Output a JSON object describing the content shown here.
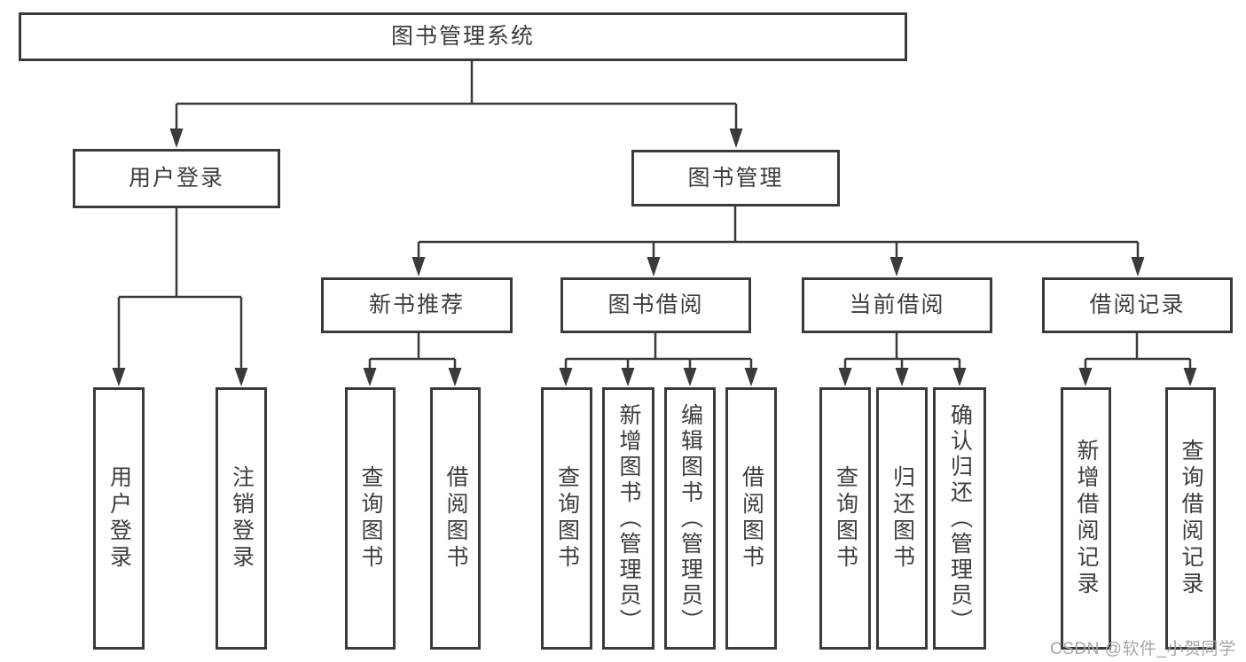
{
  "diagram": {
    "type": "hierarchy-tree",
    "root": {
      "label": "图书管理系统"
    },
    "level2": [
      {
        "id": "user-login",
        "label": "用户登录",
        "parent": "图书管理系统"
      },
      {
        "id": "book-management",
        "label": "图书管理",
        "parent": "图书管理系统"
      }
    ],
    "level3": [
      {
        "id": "new-book-recommend",
        "label": "新书推荐",
        "parent": "图书管理"
      },
      {
        "id": "book-borrow",
        "label": "图书借阅",
        "parent": "图书管理"
      },
      {
        "id": "current-borrow",
        "label": "当前借阅",
        "parent": "图书管理"
      },
      {
        "id": "borrow-records",
        "label": "借阅记录",
        "parent": "图书管理"
      }
    ],
    "leaves": [
      {
        "label": "用户登录",
        "parent": "用户登录"
      },
      {
        "label": "注销登录",
        "parent": "用户登录"
      },
      {
        "label": "查询图书",
        "parent": "新书推荐"
      },
      {
        "label": "借阅图书",
        "parent": "新书推荐"
      },
      {
        "label": "查询图书",
        "parent": "图书借阅"
      },
      {
        "label": "新增图书（管理员）",
        "parent": "图书借阅"
      },
      {
        "label": "编辑图书（管理员）",
        "parent": "图书借阅"
      },
      {
        "label": "借阅图书",
        "parent": "图书借阅"
      },
      {
        "label": "查询图书",
        "parent": "当前借阅"
      },
      {
        "label": "归还图书",
        "parent": "当前借阅"
      },
      {
        "label": "确认归还（管理员）",
        "parent": "当前借阅"
      },
      {
        "label": "新增借阅记录",
        "parent": "借阅记录"
      },
      {
        "label": "查询借阅记录",
        "parent": "借阅记录"
      }
    ],
    "watermark": "CSDN @软件_小贺同学",
    "colors": {
      "line": "#3a3a3a",
      "box_border": "#3a3a3a",
      "box_background": "#ffffff",
      "text": "#3d3d3d",
      "watermark": "#a6a6a6",
      "page_background": "#ffffff"
    }
  }
}
